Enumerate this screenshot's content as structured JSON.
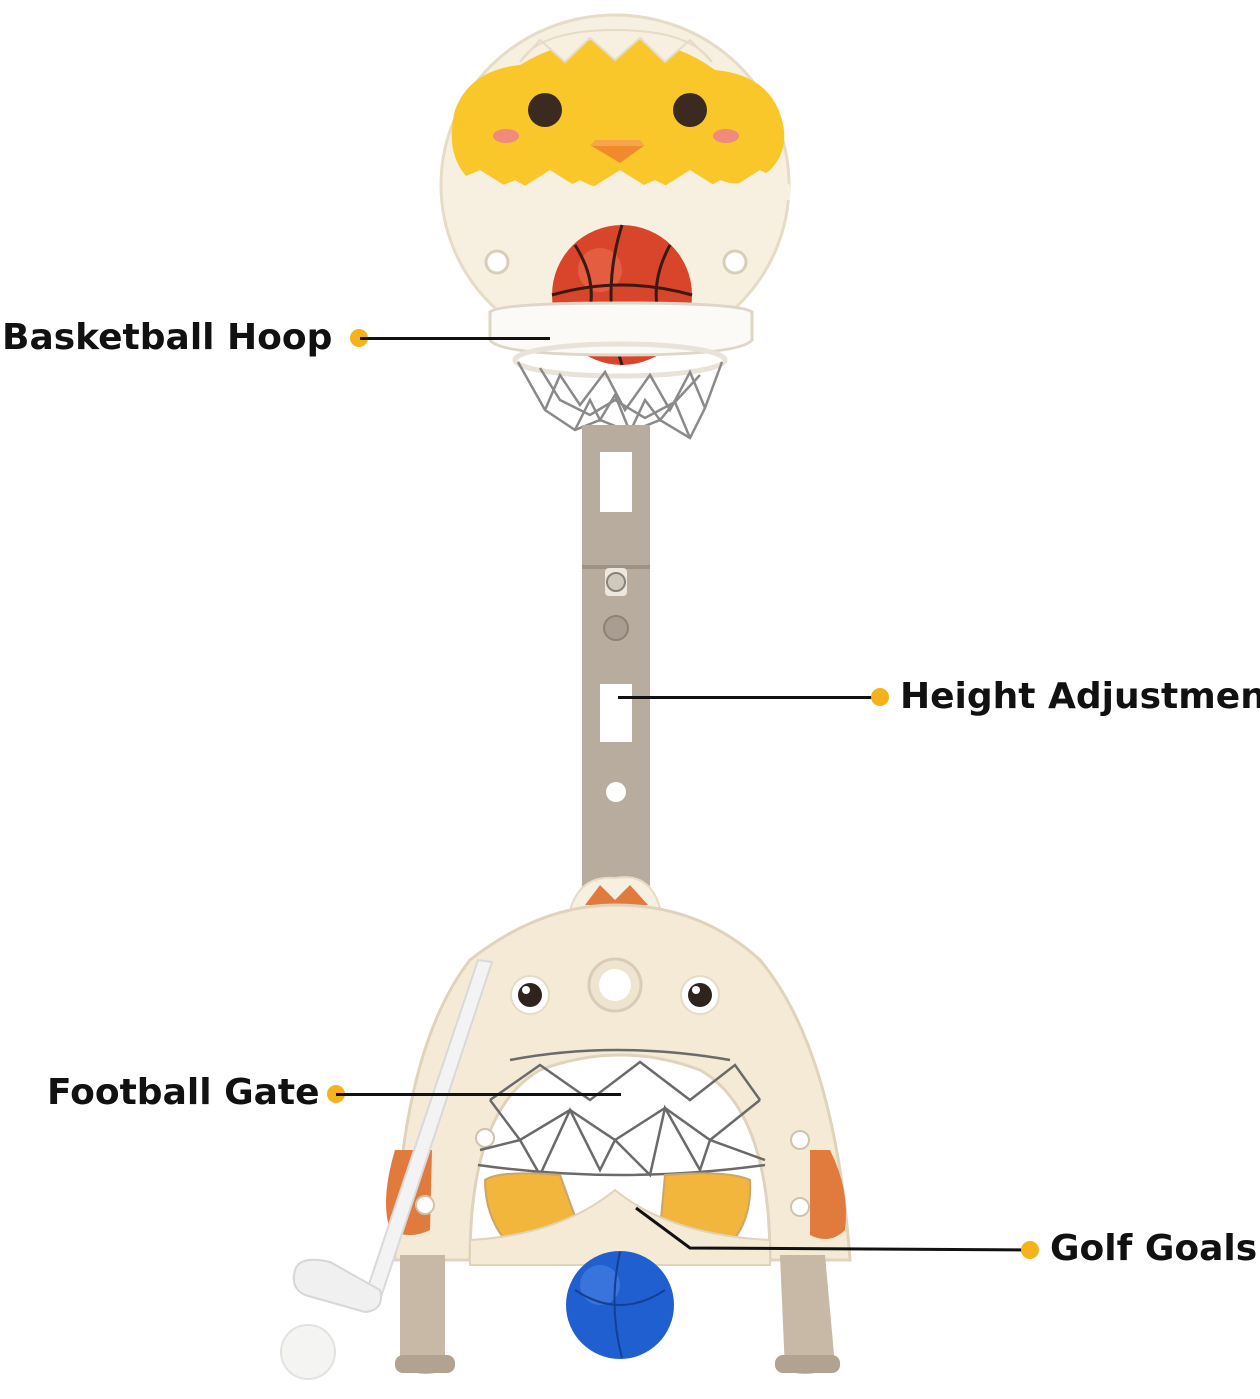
{
  "callouts": [
    {
      "id": "basketball-hoop",
      "label": "Basketball Hoop"
    },
    {
      "id": "height-adjustment",
      "label": "Height Adjustmen"
    },
    {
      "id": "football-gate",
      "label": "Football Gate"
    },
    {
      "id": "golf-goals",
      "label": "Golf Goals"
    }
  ],
  "colors": {
    "background": "#ffffff",
    "dot": "#f5b21b",
    "shell": "#f6ecd8",
    "chick_yellow": "#f9c72a",
    "pole": "#b6aa9c",
    "orange": "#e07b3d",
    "basketball": "#d8452a",
    "blue_ball": "#1f5fd0"
  }
}
